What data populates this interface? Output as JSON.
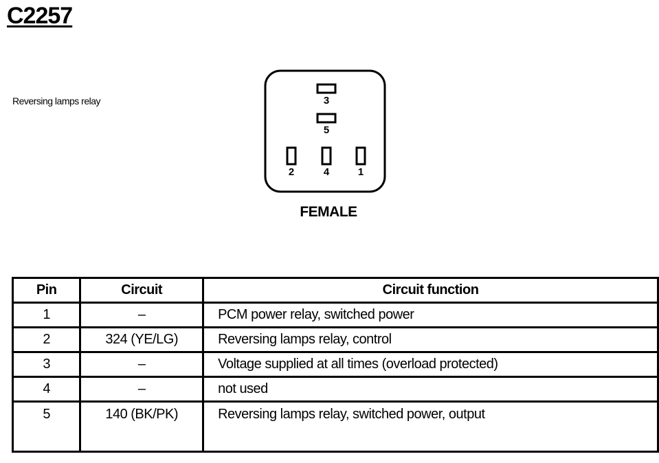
{
  "title": "C2257",
  "description": "Reversing lamps relay",
  "connector": {
    "label": "FEMALE",
    "pins": [
      "3",
      "5",
      "2",
      "4",
      "1"
    ]
  },
  "table": {
    "headers": {
      "pin": "Pin",
      "circuit": "Circuit",
      "function": "Circuit function"
    },
    "rows": [
      {
        "pin": "1",
        "circuit": "–",
        "function": "PCM power relay, switched power"
      },
      {
        "pin": "2",
        "circuit": "324 (YE/LG)",
        "function": "Reversing lamps relay, control"
      },
      {
        "pin": "3",
        "circuit": "–",
        "function": "Voltage supplied at all times (overload protected)"
      },
      {
        "pin": "4",
        "circuit": "–",
        "function": "not used"
      },
      {
        "pin": "5",
        "circuit": "140 (BK/PK)",
        "function": "Reversing lamps relay, switched power, output"
      }
    ]
  }
}
